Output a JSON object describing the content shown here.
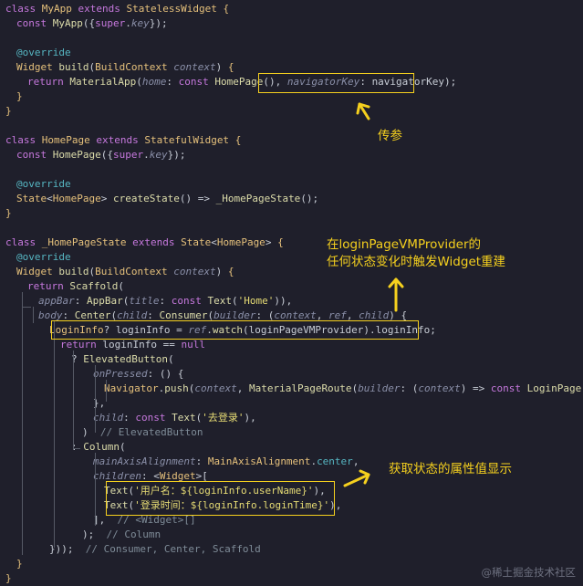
{
  "code_lines": [
    {
      "indent": 0,
      "tokens": [
        [
          "kw",
          "class "
        ],
        [
          "ty",
          "MyApp "
        ],
        [
          "kw",
          "extends "
        ],
        [
          "ty",
          "StatelessWidget "
        ],
        [
          "br",
          "{"
        ]
      ]
    },
    {
      "indent": 1,
      "tokens": [
        [
          "kw",
          "const "
        ],
        [
          "fn",
          "MyApp"
        ],
        [
          "pm",
          "({"
        ],
        [
          "kw",
          "super"
        ],
        [
          "pm",
          "."
        ],
        [
          "it",
          "key"
        ],
        [
          "pm",
          "});"
        ]
      ]
    },
    {
      "indent": 0,
      "tokens": []
    },
    {
      "indent": 1,
      "tokens": [
        [
          "an",
          "@override"
        ]
      ]
    },
    {
      "indent": 1,
      "tokens": [
        [
          "ty",
          "Widget "
        ],
        [
          "fn",
          "build"
        ],
        [
          "pm",
          "("
        ],
        [
          "ty",
          "BuildContext "
        ],
        [
          "it",
          "context"
        ],
        [
          "pm",
          ") "
        ],
        [
          "br",
          "{"
        ]
      ]
    },
    {
      "indent": 2,
      "tokens": [
        [
          "kw",
          "return "
        ],
        [
          "fn",
          "MaterialApp"
        ],
        [
          "pm",
          "("
        ],
        [
          "it",
          "home"
        ],
        [
          "pm",
          ": "
        ],
        [
          "kw",
          "const "
        ],
        [
          "fn",
          "HomePage"
        ],
        [
          "pm",
          "(), "
        ],
        [
          "it",
          "navigatorKey"
        ],
        [
          "pm",
          ": "
        ],
        [
          "pm",
          "navigatorKey"
        ],
        [
          "pm",
          ");"
        ]
      ]
    },
    {
      "indent": 1,
      "tokens": [
        [
          "br",
          "}"
        ]
      ]
    },
    {
      "indent": 0,
      "tokens": [
        [
          "br",
          "}"
        ]
      ]
    },
    {
      "indent": 0,
      "tokens": []
    },
    {
      "indent": 0,
      "tokens": [
        [
          "kw",
          "class "
        ],
        [
          "ty",
          "HomePage "
        ],
        [
          "kw",
          "extends "
        ],
        [
          "ty",
          "StatefulWidget "
        ],
        [
          "br",
          "{"
        ]
      ]
    },
    {
      "indent": 1,
      "tokens": [
        [
          "kw",
          "const "
        ],
        [
          "fn",
          "HomePage"
        ],
        [
          "pm",
          "({"
        ],
        [
          "kw",
          "super"
        ],
        [
          "pm",
          "."
        ],
        [
          "it",
          "key"
        ],
        [
          "pm",
          "});"
        ]
      ]
    },
    {
      "indent": 0,
      "tokens": []
    },
    {
      "indent": 1,
      "tokens": [
        [
          "an",
          "@override"
        ]
      ]
    },
    {
      "indent": 1,
      "tokens": [
        [
          "ty",
          "State"
        ],
        [
          "pm",
          "<"
        ],
        [
          "ty",
          "HomePage"
        ],
        [
          "pm",
          "> "
        ],
        [
          "fn",
          "createState"
        ],
        [
          "pm",
          "() => "
        ],
        [
          "fn",
          "_HomePageState"
        ],
        [
          "pm",
          "();"
        ]
      ]
    },
    {
      "indent": 0,
      "tokens": [
        [
          "br",
          "}"
        ]
      ]
    },
    {
      "indent": 0,
      "tokens": []
    },
    {
      "indent": 0,
      "tokens": [
        [
          "kw",
          "class "
        ],
        [
          "ty",
          "_HomePageState "
        ],
        [
          "kw",
          "extends "
        ],
        [
          "ty",
          "State"
        ],
        [
          "pm",
          "<"
        ],
        [
          "ty",
          "HomePage"
        ],
        [
          "pm",
          "> "
        ],
        [
          "br",
          "{"
        ]
      ]
    },
    {
      "indent": 1,
      "tokens": [
        [
          "an",
          "@override"
        ]
      ]
    },
    {
      "indent": 1,
      "tokens": [
        [
          "ty",
          "Widget "
        ],
        [
          "fn",
          "build"
        ],
        [
          "pm",
          "("
        ],
        [
          "ty",
          "BuildContext "
        ],
        [
          "it",
          "context"
        ],
        [
          "pm",
          ") "
        ],
        [
          "br",
          "{"
        ]
      ]
    },
    {
      "indent": 2,
      "tokens": [
        [
          "kw",
          "return "
        ],
        [
          "fn",
          "Scaffold"
        ],
        [
          "pm",
          "("
        ]
      ]
    },
    {
      "indent": 3,
      "tokens": [
        [
          "it",
          "appBar"
        ],
        [
          "pm",
          ": "
        ],
        [
          "fn",
          "AppBar"
        ],
        [
          "pm",
          "("
        ],
        [
          "it",
          "title"
        ],
        [
          "pm",
          ": "
        ],
        [
          "kw",
          "const "
        ],
        [
          "fn",
          "Text"
        ],
        [
          "pm",
          "("
        ],
        [
          "st",
          "'Home'"
        ],
        [
          "pm",
          ")),"
        ]
      ]
    },
    {
      "indent": 3,
      "tokens": [
        [
          "it",
          "body"
        ],
        [
          "pm",
          ": "
        ],
        [
          "fn",
          "Center"
        ],
        [
          "pm",
          "("
        ],
        [
          "it",
          "child"
        ],
        [
          "pm",
          ": "
        ],
        [
          "fn",
          "Consumer"
        ],
        [
          "pm",
          "("
        ],
        [
          "it",
          "builder"
        ],
        [
          "pm",
          ": ("
        ],
        [
          "it",
          "context"
        ],
        [
          "pm",
          ", "
        ],
        [
          "it",
          "ref"
        ],
        [
          "pm",
          ", "
        ],
        [
          "it",
          "child"
        ],
        [
          "pm",
          ") {"
        ]
      ]
    },
    {
      "indent": 4,
      "tokens": [
        [
          "ty",
          "LoginInfo"
        ],
        [
          "pm",
          "? loginInfo = "
        ],
        [
          "it",
          "ref"
        ],
        [
          "pm",
          "."
        ],
        [
          "fn",
          "watch"
        ],
        [
          "pm",
          "(loginPageVMProvider)."
        ],
        [
          "pm",
          "loginInfo;"
        ]
      ]
    },
    {
      "indent": 5,
      "tokens": [
        [
          "kw",
          "return "
        ],
        [
          "pm",
          "loginInfo == "
        ],
        [
          "kw",
          "null"
        ]
      ]
    },
    {
      "indent": 6,
      "tokens": [
        [
          "pm",
          "? "
        ],
        [
          "fn",
          "ElevatedButton"
        ],
        [
          "pm",
          "("
        ]
      ]
    },
    {
      "indent": 8,
      "tokens": [
        [
          "it",
          "onPressed"
        ],
        [
          "pm",
          ": () {"
        ]
      ]
    },
    {
      "indent": 9,
      "tokens": [
        [
          "ty",
          "Navigator"
        ],
        [
          "pm",
          "."
        ],
        [
          "fn",
          "push"
        ],
        [
          "pm",
          "("
        ],
        [
          "it",
          "context"
        ],
        [
          "pm",
          ", "
        ],
        [
          "fn",
          "MaterialPageRoute"
        ],
        [
          "pm",
          "("
        ],
        [
          "it",
          "builder"
        ],
        [
          "pm",
          ": ("
        ],
        [
          "it",
          "context"
        ],
        [
          "pm",
          ") => "
        ],
        [
          "kw",
          "const "
        ],
        [
          "fn",
          "LoginPage"
        ],
        [
          "pm",
          "()));"
        ]
      ]
    },
    {
      "indent": 8,
      "tokens": [
        [
          "pm",
          "},"
        ]
      ]
    },
    {
      "indent": 8,
      "tokens": [
        [
          "it",
          "child"
        ],
        [
          "pm",
          ": "
        ],
        [
          "kw",
          "const "
        ],
        [
          "fn",
          "Text"
        ],
        [
          "pm",
          "("
        ],
        [
          "st",
          "'去登录'"
        ],
        [
          "pm",
          "),"
        ]
      ]
    },
    {
      "indent": 7,
      "tokens": [
        [
          "pm",
          ")  "
        ],
        [
          "cm",
          "// ElevatedButton"
        ]
      ]
    },
    {
      "indent": 6,
      "tokens": [
        [
          "pm",
          ": "
        ],
        [
          "fn",
          "Column"
        ],
        [
          "pm",
          "("
        ]
      ]
    },
    {
      "indent": 8,
      "tokens": [
        [
          "it",
          "mainAxisAlignment"
        ],
        [
          "pm",
          ": "
        ],
        [
          "ty",
          "MainAxisAlignment"
        ],
        [
          "pm",
          "."
        ],
        [
          "an",
          "center"
        ],
        [
          "pm",
          ","
        ]
      ]
    },
    {
      "indent": 8,
      "tokens": [
        [
          "it",
          "children"
        ],
        [
          "pm",
          ": <"
        ],
        [
          "ty",
          "Widget"
        ],
        [
          "pm",
          ">["
        ]
      ]
    },
    {
      "indent": 9,
      "tokens": [
        [
          "fn",
          "Text"
        ],
        [
          "pm",
          "("
        ],
        [
          "st",
          "'用户名：${loginInfo.userName}'"
        ],
        [
          "pm",
          "),"
        ]
      ]
    },
    {
      "indent": 9,
      "tokens": [
        [
          "fn",
          "Text"
        ],
        [
          "pm",
          "("
        ],
        [
          "st",
          "'登录时间：${loginInfo.loginTime}'"
        ],
        [
          "pm",
          "),"
        ]
      ]
    },
    {
      "indent": 8,
      "tokens": [
        [
          "pm",
          "],  "
        ],
        [
          "cm",
          "// <Widget>[]"
        ]
      ]
    },
    {
      "indent": 7,
      "tokens": [
        [
          "pm",
          ");  "
        ],
        [
          "cm",
          "// Column"
        ]
      ]
    },
    {
      "indent": 4,
      "tokens": [
        [
          "pm",
          "}));  "
        ],
        [
          "cm",
          "// Consumer, Center, Scaffold"
        ]
      ]
    },
    {
      "indent": 1,
      "tokens": [
        [
          "br",
          "}"
        ]
      ]
    },
    {
      "indent": 0,
      "tokens": [
        [
          "br",
          "}"
        ]
      ]
    }
  ],
  "annotations": {
    "pass_param": "传参",
    "rebuild_note": "在loginPageVMProvider的\n任何状态变化时触发Widget重建",
    "show_values": "获取状态的属性值显示"
  },
  "watermark": "@稀土掘金技术社区",
  "colors": {
    "background": "#1f1f2b",
    "highlight": "#f5d01e"
  }
}
